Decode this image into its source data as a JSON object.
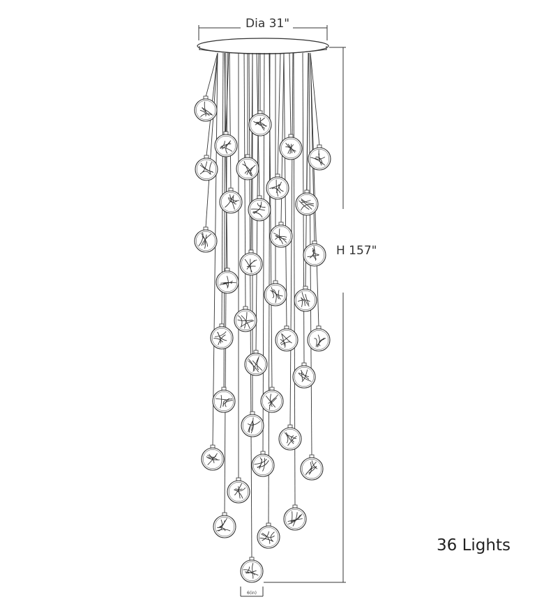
{
  "diagram": {
    "diameter_label": "Dia 31\"",
    "height_label": "H 157\"",
    "count_label": "36 Lights",
    "globe_dimension_label": "6(in)",
    "light_count": 36,
    "colors": {
      "line": "#333333",
      "text": "#333333"
    }
  }
}
